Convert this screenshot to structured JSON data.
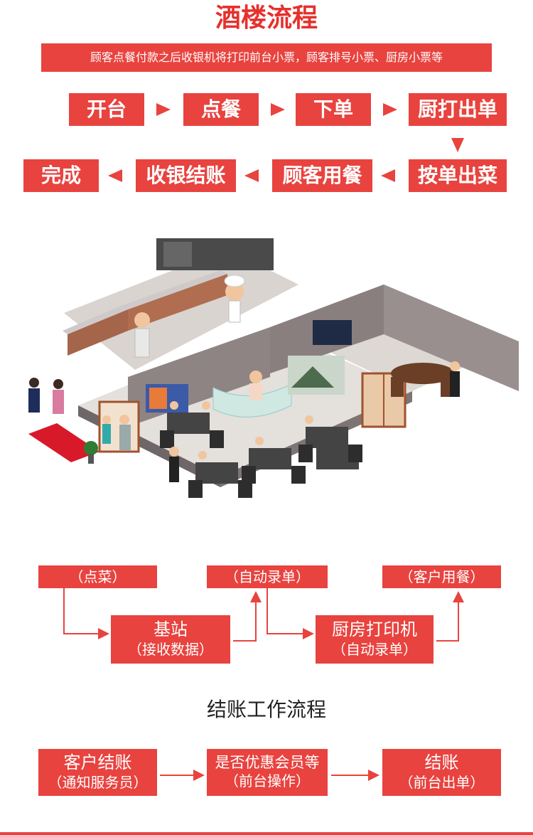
{
  "title": "酒楼流程",
  "subtitle": "顾客点餐付款之后收银机将打印前台小票，顾客排号小票、厨房小票等",
  "row1": [
    "开台",
    "点餐",
    "下单",
    "厨打出单"
  ],
  "row2": [
    "完成",
    "收银结账",
    "顾客用餐",
    "按单出菜"
  ],
  "pills": [
    "（点菜）",
    "（自动录单）",
    "（客户用餐）"
  ],
  "base_station": {
    "line1": "基站",
    "line2": "（接收数据）"
  },
  "kitchen_printer": {
    "line1": "厨房打印机",
    "line2": "（自动录单）"
  },
  "checkout_title": "结账工作流程",
  "checkout": [
    {
      "line1": "客户结账",
      "line2": "（通知服务员）"
    },
    {
      "line1": "是否优惠会员等",
      "line2": "（前台操作）"
    },
    {
      "line1": "结账",
      "line2": "（前台出单）"
    }
  ],
  "colors": {
    "accent": "#e8433f",
    "title": "#e5312d"
  }
}
